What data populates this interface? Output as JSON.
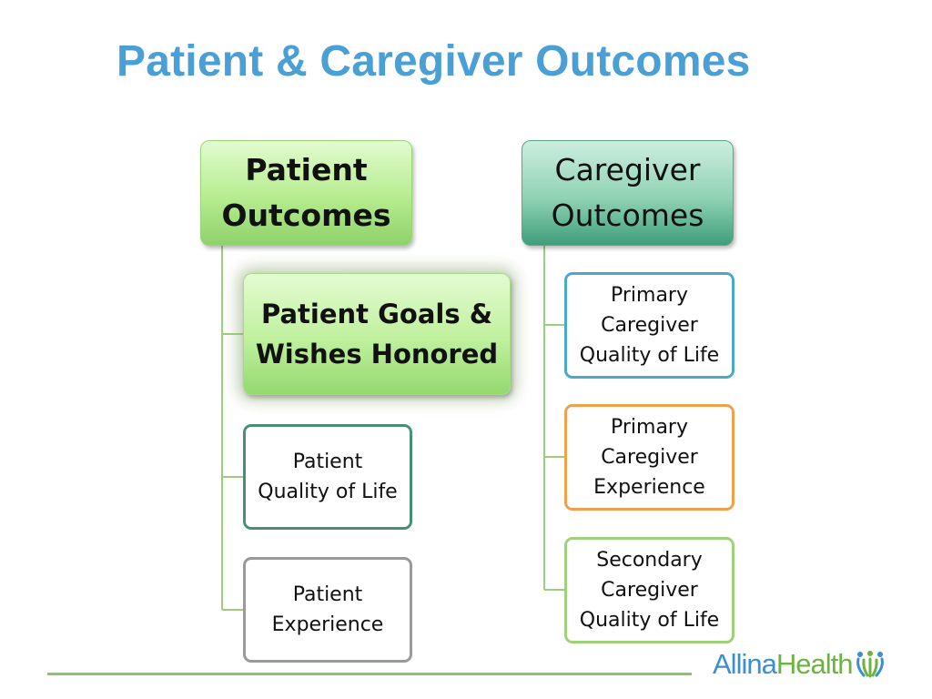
{
  "slide": {
    "title": "Patient & Caregiver Outcomes"
  },
  "patient": {
    "header": [
      "Patient",
      "Outcomes"
    ],
    "goals": [
      "Patient Goals &",
      "Wishes Honored"
    ],
    "quality_of_life": [
      "Patient",
      "Quality of Life"
    ],
    "experience": [
      "Patient",
      "Experience"
    ]
  },
  "caregiver": {
    "header": [
      "Caregiver",
      "Outcomes"
    ],
    "primary_quality_of_life": [
      "Primary",
      "Caregiver",
      "Quality of Life"
    ],
    "primary_experience": [
      "Primary",
      "Caregiver",
      "Experience"
    ],
    "secondary_quality_of_life": [
      "Secondary",
      "Caregiver",
      "Quality of Life"
    ]
  },
  "logo": {
    "word1": "Allina",
    "word2": "Health"
  },
  "colors": {
    "title": "#4a9fd5",
    "patient_connector": "#9ccf7c",
    "caregiver_connector": "#9ccf7c",
    "footer_line": "#8cc566",
    "logo_blue": "#3a8fd0",
    "logo_green": "#6cb33f"
  }
}
